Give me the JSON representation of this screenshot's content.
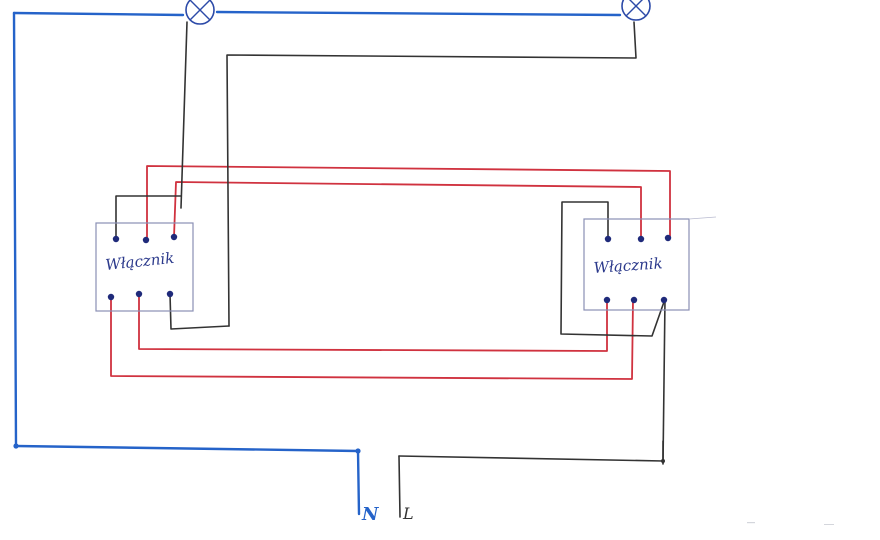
{
  "switch_left": {
    "label": "Włącznik"
  },
  "switch_right": {
    "label": "Włącznik"
  },
  "terminals": {
    "neutral": "N",
    "line": "L"
  },
  "colors": {
    "neutral_wire": "#2563c9",
    "traveller_wire": "#d0323f",
    "phase_wire": "#333333",
    "terminal": "#1f2a7a",
    "lamp": "#2c4aa8",
    "background": "#ffffff"
  }
}
